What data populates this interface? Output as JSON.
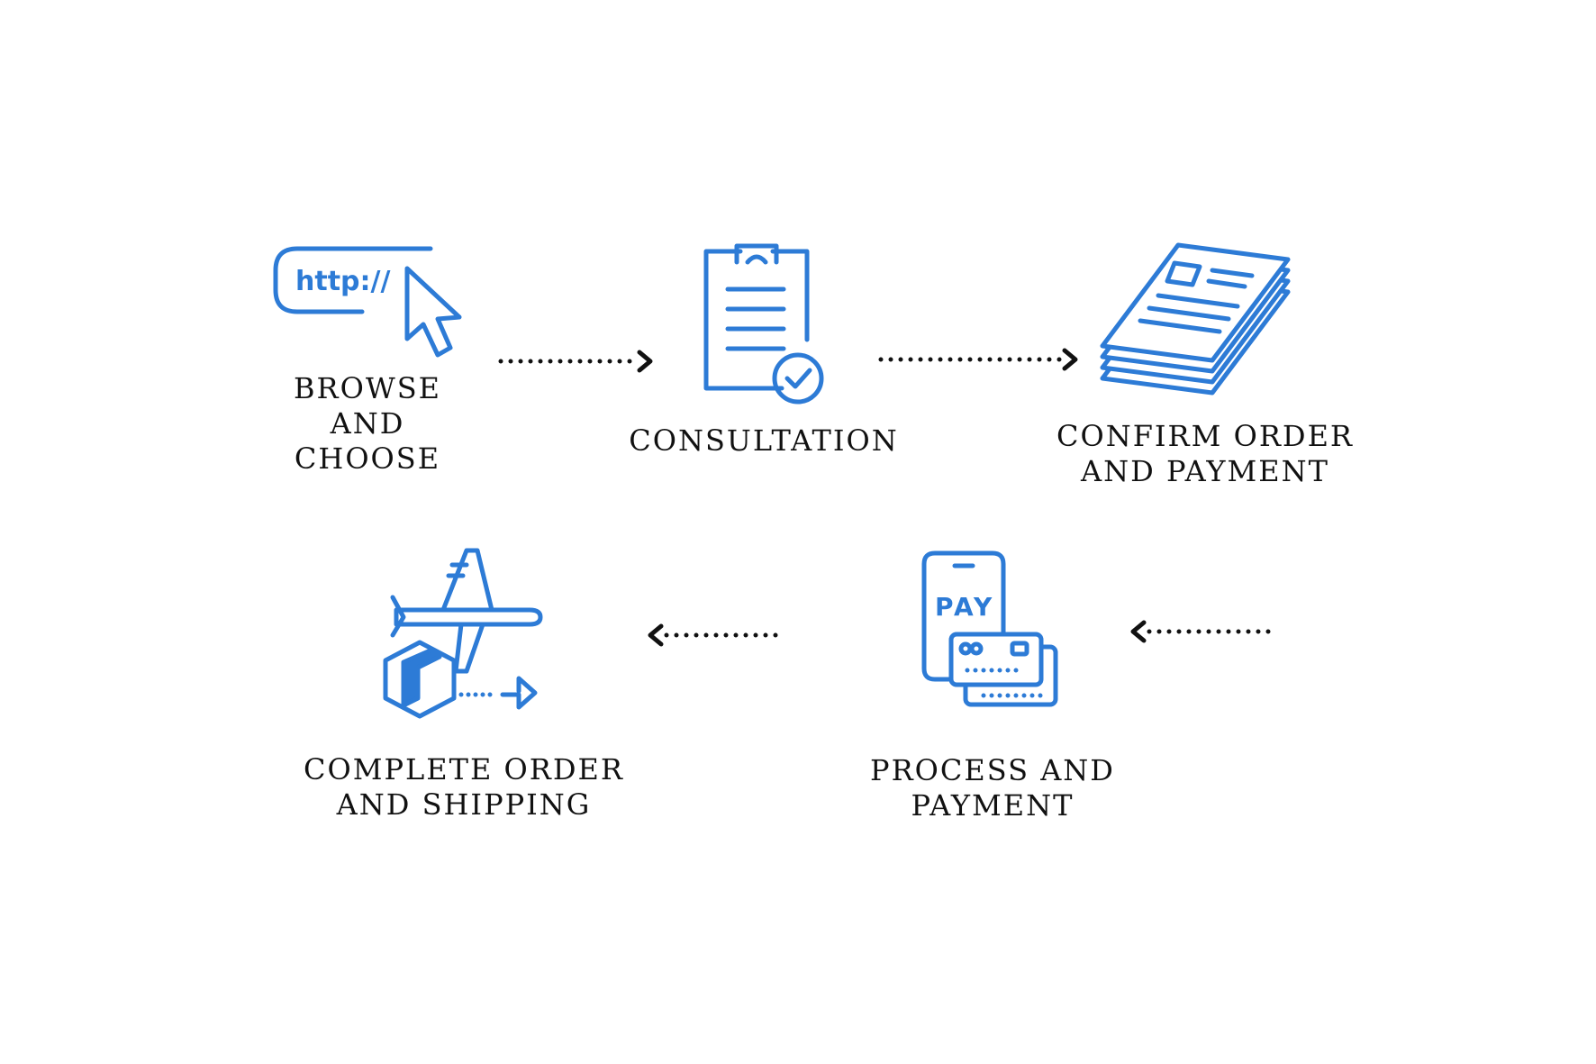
{
  "colors": {
    "icon_blue": "#2d7bd6",
    "text": "#111111",
    "arrow": "#111111"
  },
  "steps": [
    {
      "icon": "browser-cursor-icon",
      "line1": "BROWSE",
      "line2": "AND",
      "line3": "CHOOSE"
    },
    {
      "icon": "clipboard-check-icon",
      "line1": "CONSULTATION"
    },
    {
      "icon": "document-stack-icon",
      "line1": "CONFIRM ORDER",
      "line2": "AND PAYMENT"
    },
    {
      "icon": "mobile-pay-icon",
      "line1": "PROCESS AND",
      "line2": "PAYMENT"
    },
    {
      "icon": "airplane-package-icon",
      "line1": "COMPLETE ORDER",
      "line2": "AND SHIPPING"
    }
  ],
  "icon_text": {
    "url": "http://",
    "pay": "PAY"
  }
}
